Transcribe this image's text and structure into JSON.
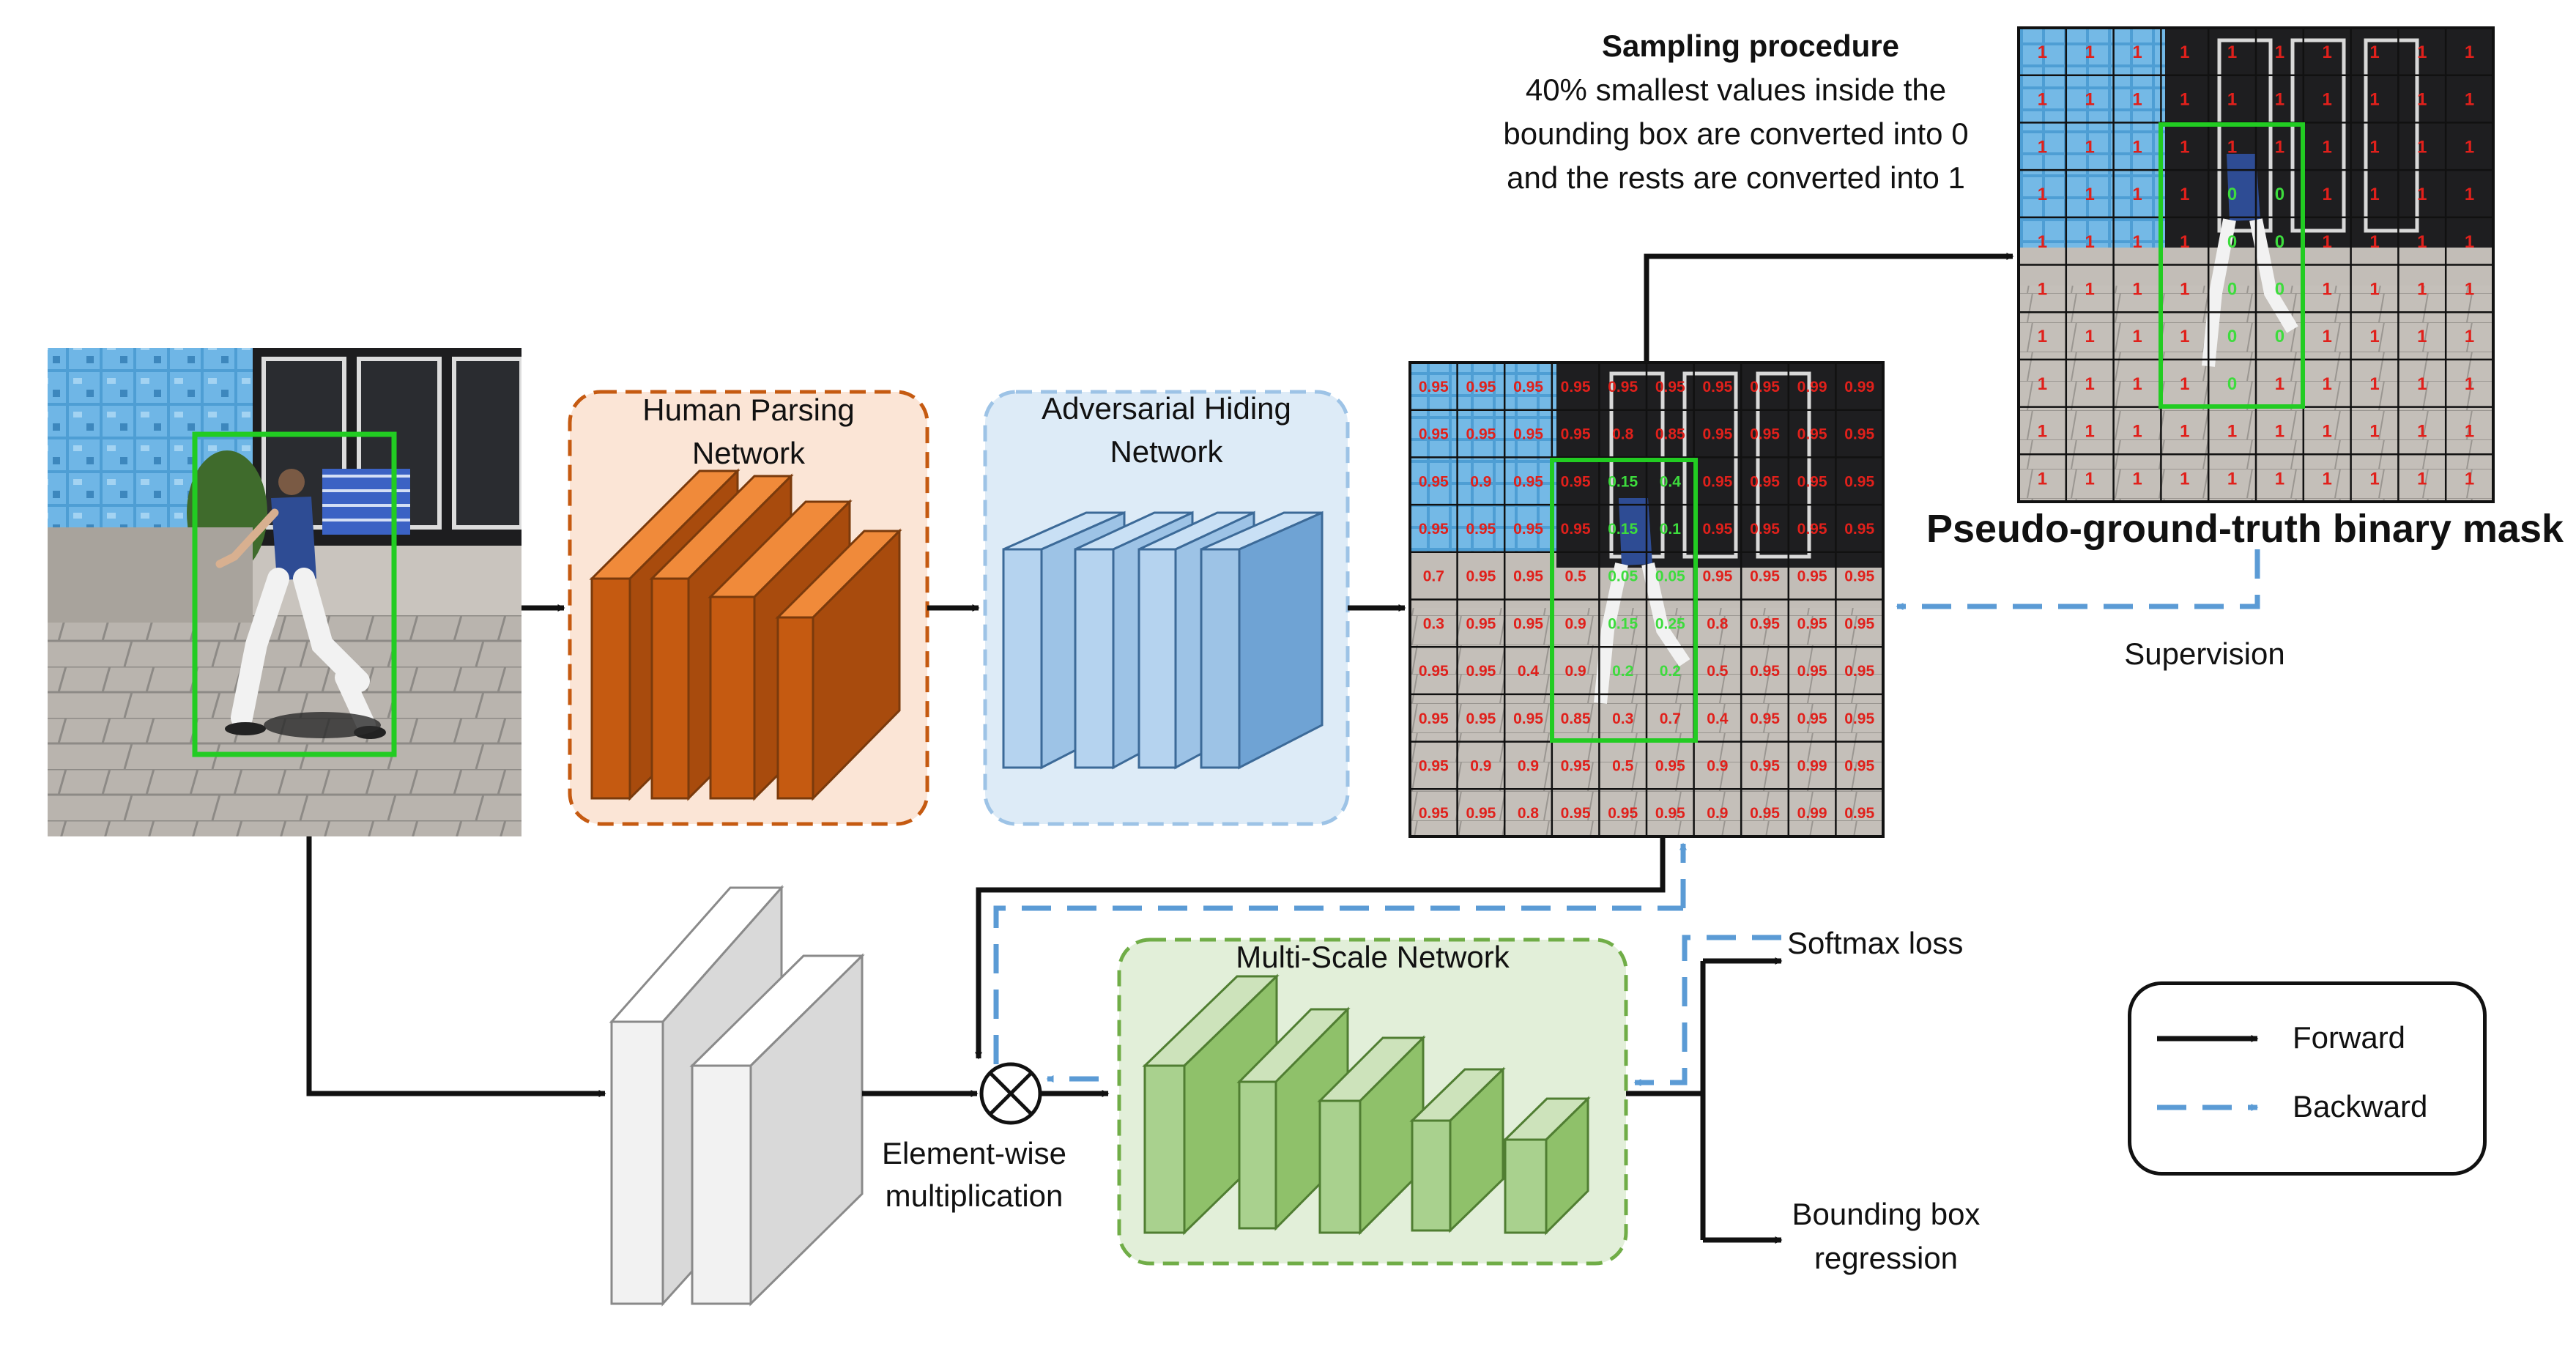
{
  "title_sampling": "Sampling procedure",
  "sampling_lines": [
    "40% smallest values inside the",
    "bounding box are converted into 0",
    "and the rests are converted into 1"
  ],
  "human_parsing": [
    "Human Parsing",
    "Network"
  ],
  "adversarial_hiding": [
    "Adversarial Hiding",
    "Network"
  ],
  "multi_scale": "Multi-Scale Network",
  "mask_caption": "Pseudo-ground-truth binary mask",
  "supervision": "Supervision",
  "softmax": "Softmax loss",
  "bbox_regression": [
    "Bounding box",
    "regression"
  ],
  "element_wise": [
    "Element-wise",
    "multiplication"
  ],
  "legend": {
    "forward": "Forward",
    "backward": "Backward"
  },
  "colors": {
    "forward_arrow": "#111111",
    "backward_arrow": "#5b9bd5",
    "parsing_block": "#c55a11",
    "hiding_block": "#9dc3e6",
    "multiscale_block": "#a9d18e",
    "feature_block": "#e8e8e8",
    "bbox_green": "#22cc22",
    "value_red": "#e0201b",
    "value_green": "#3ddc3d"
  },
  "heatmap_values": [
    [
      "0.95",
      "0.95",
      "0.95",
      "0.95",
      "0.95",
      "0.95",
      "0.95",
      "0.95",
      "0.99",
      "0.99"
    ],
    [
      "0.95",
      "0.95",
      "0.95",
      "0.95",
      "0.8",
      "0.85",
      "0.95",
      "0.95",
      "0.95",
      "0.95"
    ],
    [
      "0.95",
      "0.9",
      "0.95",
      "0.95",
      "0.15",
      "0.4",
      "0.95",
      "0.95",
      "0.95",
      "0.95"
    ],
    [
      "0.95",
      "0.95",
      "0.95",
      "0.95",
      "0.15",
      "0.1",
      "0.95",
      "0.95",
      "0.95",
      "0.95"
    ],
    [
      "0.7",
      "0.95",
      "0.95",
      "0.5",
      "0.05",
      "0.05",
      "0.95",
      "0.95",
      "0.95",
      "0.95"
    ],
    [
      "0.3",
      "0.95",
      "0.95",
      "0.9",
      "0.15",
      "0.25",
      "0.8",
      "0.95",
      "0.95",
      "0.95"
    ],
    [
      "0.95",
      "0.95",
      "0.4",
      "0.9",
      "0.2",
      "0.2",
      "0.5",
      "0.95",
      "0.95",
      "0.95"
    ],
    [
      "0.95",
      "0.95",
      "0.95",
      "0.85",
      "0.3",
      "0.7",
      "0.4",
      "0.95",
      "0.95",
      "0.95"
    ],
    [
      "0.95",
      "0.9",
      "0.9",
      "0.95",
      "0.5",
      "0.95",
      "0.9",
      "0.95",
      "0.99",
      "0.95"
    ],
    [
      "0.95",
      "0.95",
      "0.8",
      "0.95",
      "0.95",
      "0.95",
      "0.9",
      "0.95",
      "0.99",
      "0.95"
    ]
  ],
  "mask_values": [
    [
      "1",
      "1",
      "1",
      "1",
      "1",
      "1",
      "1",
      "1",
      "1",
      "1"
    ],
    [
      "1",
      "1",
      "1",
      "1",
      "1",
      "1",
      "1",
      "1",
      "1",
      "1"
    ],
    [
      "1",
      "1",
      "1",
      "1",
      "1",
      "1",
      "1",
      "1",
      "1",
      "1"
    ],
    [
      "1",
      "1",
      "1",
      "1",
      "0",
      "0",
      "1",
      "1",
      "1",
      "1"
    ],
    [
      "1",
      "1",
      "1",
      "1",
      "0",
      "0",
      "1",
      "1",
      "1",
      "1"
    ],
    [
      "1",
      "1",
      "1",
      "1",
      "0",
      "0",
      "1",
      "1",
      "1",
      "1"
    ],
    [
      "1",
      "1",
      "1",
      "1",
      "0",
      "0",
      "1",
      "1",
      "1",
      "1"
    ],
    [
      "1",
      "1",
      "1",
      "1",
      "0",
      "1",
      "1",
      "1",
      "1",
      "1"
    ],
    [
      "1",
      "1",
      "1",
      "1",
      "1",
      "1",
      "1",
      "1",
      "1",
      "1"
    ],
    [
      "1",
      "1",
      "1",
      "1",
      "1",
      "1",
      "1",
      "1",
      "1",
      "1"
    ]
  ],
  "heatmap_green_cells": [
    [
      2,
      4
    ],
    [
      2,
      5
    ],
    [
      3,
      4
    ],
    [
      3,
      5
    ],
    [
      4,
      4
    ],
    [
      4,
      5
    ],
    [
      5,
      4
    ],
    [
      5,
      5
    ],
    [
      6,
      4
    ],
    [
      6,
      5
    ]
  ],
  "mask_green_cells": [
    [
      3,
      4
    ],
    [
      3,
      5
    ],
    [
      4,
      4
    ],
    [
      4,
      5
    ],
    [
      5,
      4
    ],
    [
      5,
      5
    ],
    [
      6,
      4
    ],
    [
      6,
      5
    ],
    [
      7,
      4
    ]
  ]
}
